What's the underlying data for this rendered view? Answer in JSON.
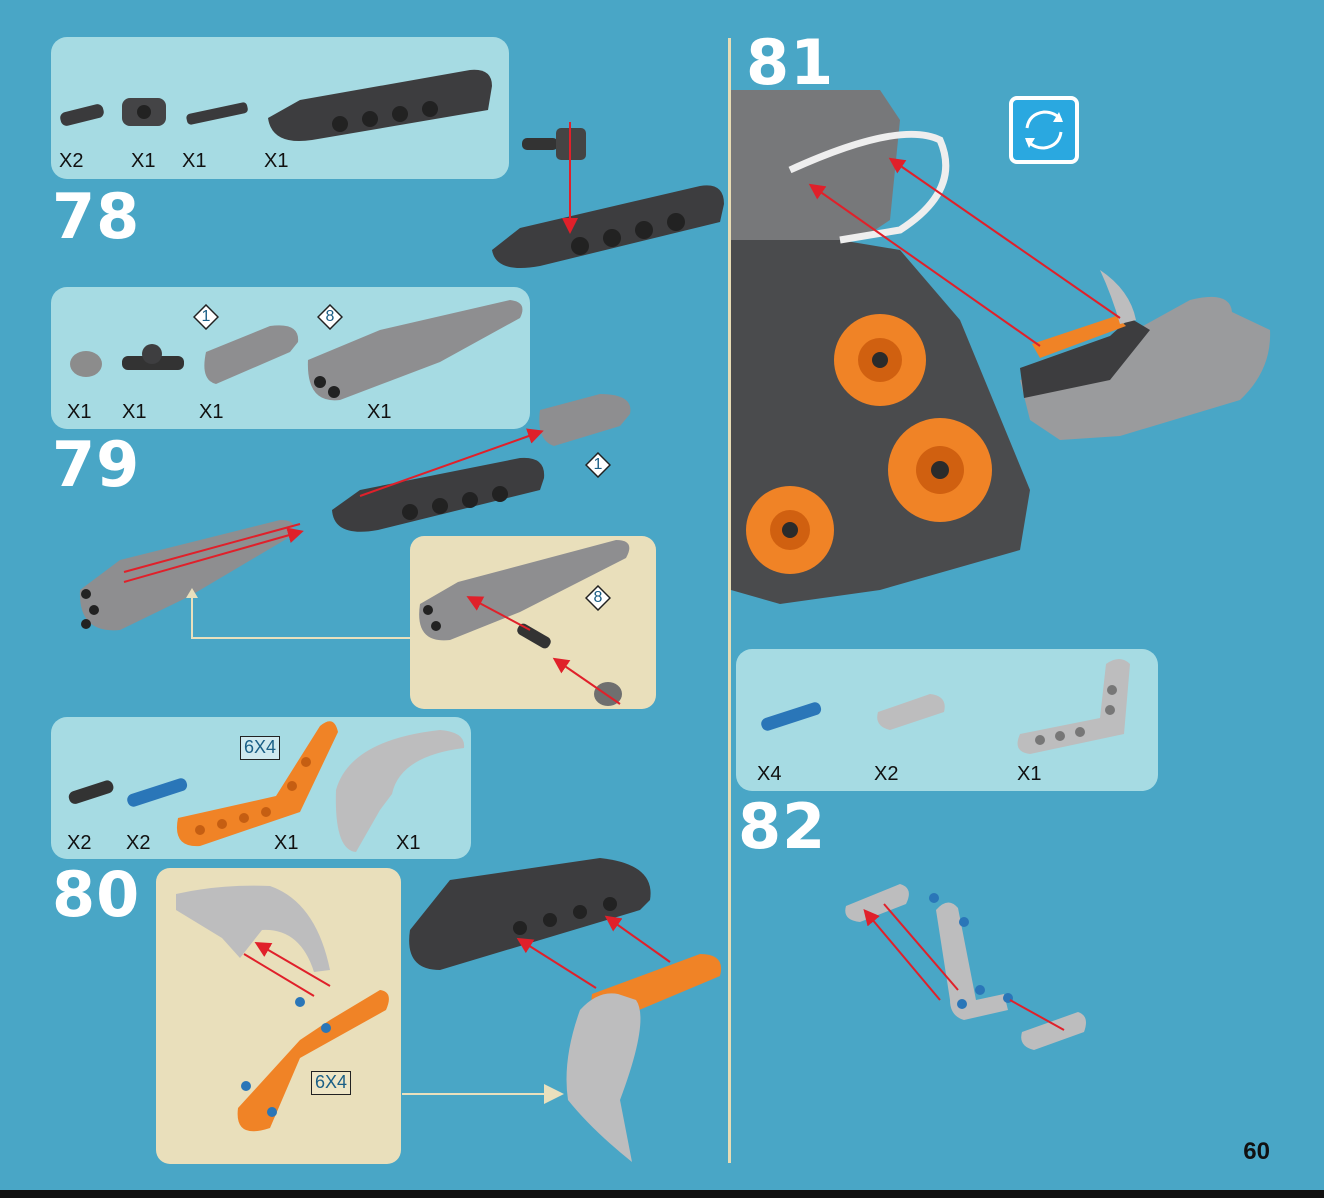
{
  "page_number": "60",
  "steps": {
    "s78": {
      "number": "78",
      "quantities": [
        "X2",
        "X1",
        "X1",
        "X1"
      ]
    },
    "s79": {
      "number": "79",
      "quantities": [
        "X1",
        "X1",
        "X1",
        "X1"
      ],
      "markers": [
        "1",
        "8"
      ],
      "callouts": [
        "1",
        "8"
      ]
    },
    "s80": {
      "number": "80",
      "quantities": [
        "X2",
        "X2",
        "X1",
        "X1"
      ],
      "size_tag": "6X4",
      "sub_tag": "6X4"
    },
    "s81": {
      "number": "81"
    },
    "s82": {
      "number": "82",
      "quantities": [
        "X4",
        "X2",
        "X1"
      ]
    }
  },
  "icons": {
    "rotate": "rotate-arrows-icon"
  },
  "colors": {
    "background": "#49a6c6",
    "parts_panel": "#a6dbe3",
    "sub_panel": "#e9dfbb",
    "orange": "#f08326",
    "dark_gray": "#3b3b3d",
    "light_gray": "#bfbfbf",
    "blue_pin": "#2a76b8",
    "arrow_red": "#e0202a"
  }
}
